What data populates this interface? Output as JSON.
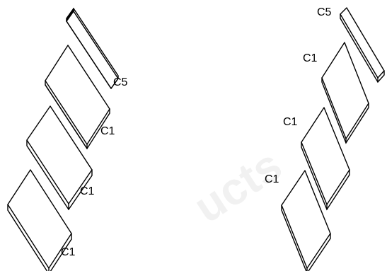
{
  "diagram": {
    "left_stack": {
      "top_label": "C5",
      "labels": [
        "C1",
        "C1",
        "C1"
      ]
    },
    "right_stack": {
      "top_label": "C5",
      "labels": [
        "C1",
        "C1",
        "C1"
      ]
    },
    "watermark": "ucts"
  }
}
